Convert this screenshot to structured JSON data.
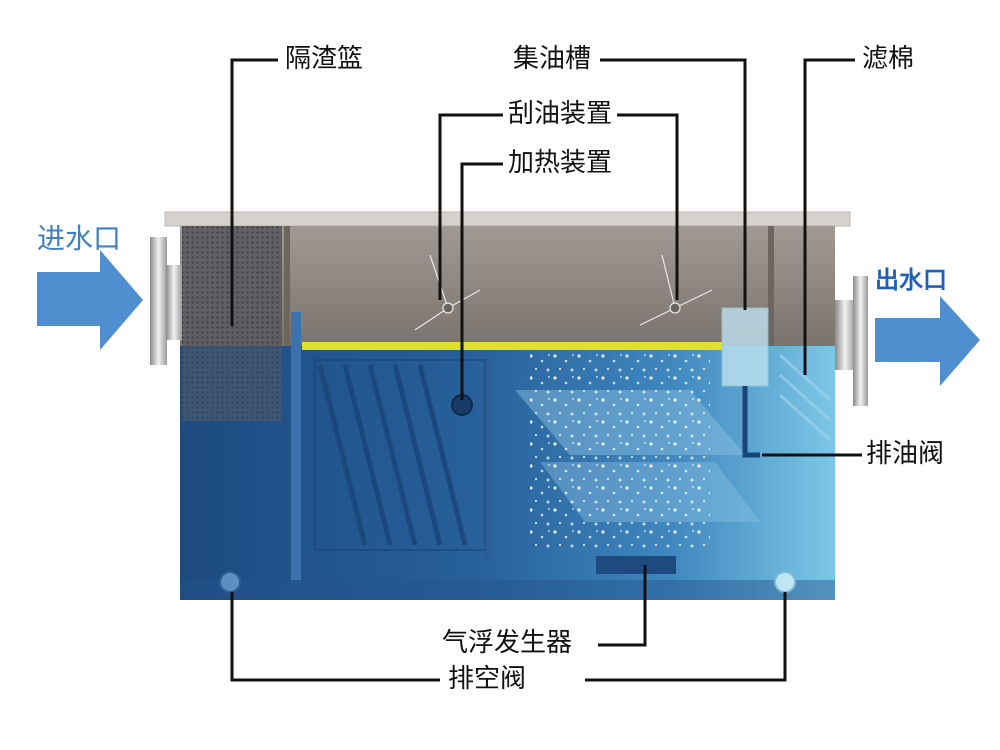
{
  "labels": {
    "slag_basket": "隔渣篮",
    "oil_collector": "集油槽",
    "filter_cotton": "滤棉",
    "oil_scraper": "刮油装置",
    "heater": "加热装置",
    "inlet": "进水口",
    "outlet": "出水口",
    "oil_drain_valve": "排油阀",
    "air_flotation_generator": "气浮发生器",
    "drain_valve": "排空阀"
  },
  "colors": {
    "water_dark": "#1f4f86",
    "water_light": "#7cc7e6",
    "tank_upper": "#8e8680",
    "lid": "#d6d1cc",
    "oil_layer": "#e3df2a",
    "arrow": "#4f8fd0",
    "leader_line": "#111111"
  }
}
